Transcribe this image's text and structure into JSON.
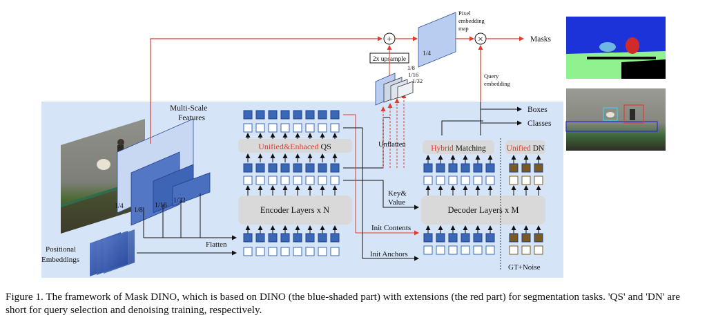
{
  "figure": {
    "caption": "Figure 1. The framework of Mask DINO, which is based on DINO (the blue-shaded part) with extensions (the red part) for segmentation tasks. 'QS' and 'DN' are short for query selection and denoising training, respectively."
  },
  "labels": {
    "multi_scale_1": "Multi-Scale",
    "multi_scale_2": "Features",
    "scale_1_4": "1/4",
    "scale_1_8": "1/8",
    "scale_1_16": "1/16",
    "scale_1_32": "1/32",
    "positional_1": "Positional",
    "positional_2": "Embeddings",
    "flatten": "Flatten",
    "encoder": "Encoder Layers x N",
    "decoder": "Decoder Layers x M",
    "qs_red": "Unified&Enhaced",
    "qs_black": " QS",
    "hybrid_red": "Hybrid",
    "hybrid_black": " Matching",
    "dn_red": "Unified",
    "dn_black": " DN",
    "unflatten": "Unflatten",
    "key_value_1": "Key&",
    "key_value_2": "Value",
    "init_contents": "Init Contents",
    "init_anchors": "Init Anchors",
    "gt_noise": "GT+Noise",
    "upsample": "2x upsample",
    "small_1_8": "1/8",
    "small_1_16": "1/16",
    "small_1_32": "1/32",
    "pixel_1": "Pixel",
    "pixel_2": "embedding",
    "pixel_3": "map",
    "pixel_scale": "1/4",
    "query_1": "Query",
    "query_2": "embedding",
    "plus": "+",
    "times": "×",
    "masks": "Masks",
    "boxes": "Boxes",
    "classes": "Classes"
  },
  "colors": {
    "blue_shade": "#d6e4f7",
    "query_blue": "#3b68b5",
    "dn_brown": "#7a5a22",
    "red": "#e03b2e",
    "gray_block": "#d9d9d9"
  }
}
